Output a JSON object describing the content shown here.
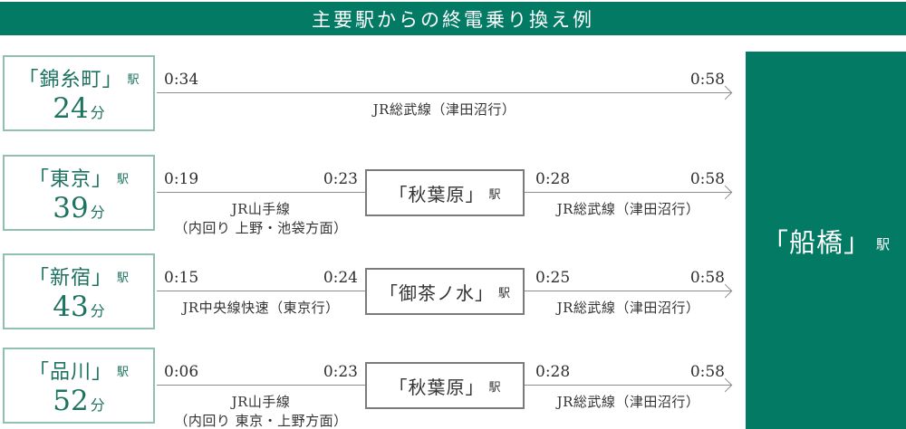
{
  "header": {
    "title": "主要駅からの終電乗り換え例"
  },
  "destination": {
    "name": "「船橋」",
    "suffix": "駅"
  },
  "rows": [
    {
      "origin": {
        "name": "「錦糸町」",
        "suffix": "駅",
        "minutes": "24",
        "unit": "分"
      },
      "seg1": {
        "depart": "0:34",
        "arrive": "0:58",
        "line": "JR総武線（津田沼行）"
      }
    },
    {
      "origin": {
        "name": "「東京」",
        "suffix": "駅",
        "minutes": "39",
        "unit": "分"
      },
      "seg1": {
        "depart": "0:19",
        "arrive": "0:23",
        "line": "JR山手線",
        "line2": "（内回り 上野・池袋方面）"
      },
      "via": {
        "name": "「秋葉原」",
        "suffix": "駅"
      },
      "seg2": {
        "depart": "0:28",
        "arrive": "0:58",
        "line": "JR総武線（津田沼行）"
      }
    },
    {
      "origin": {
        "name": "「新宿」",
        "suffix": "駅",
        "minutes": "43",
        "unit": "分"
      },
      "seg1": {
        "depart": "0:15",
        "arrive": "0:24",
        "line": "JR中央線快速（東京行）"
      },
      "via": {
        "name": "「御茶ノ水」",
        "suffix": "駅"
      },
      "seg2": {
        "depart": "0:25",
        "arrive": "0:58",
        "line": "JR総武線（津田沼行）"
      }
    },
    {
      "origin": {
        "name": "「品川」",
        "suffix": "駅",
        "minutes": "52",
        "unit": "分"
      },
      "seg1": {
        "depart": "0:06",
        "arrive": "0:23",
        "line": "JR山手線",
        "line2": "（内回り 東京・上野方面）"
      },
      "via": {
        "name": "「秋葉原」",
        "suffix": "駅"
      },
      "seg2": {
        "depart": "0:28",
        "arrive": "0:58",
        "line": "JR総武線（津田沼行）"
      }
    }
  ],
  "colors": {
    "green": "#027a64",
    "box_border": "#8fc0b2",
    "text_green": "#1e7260",
    "gray_border": "#7b7b7b",
    "arrow": "#8c8c8c",
    "text_dark": "#333333"
  }
}
